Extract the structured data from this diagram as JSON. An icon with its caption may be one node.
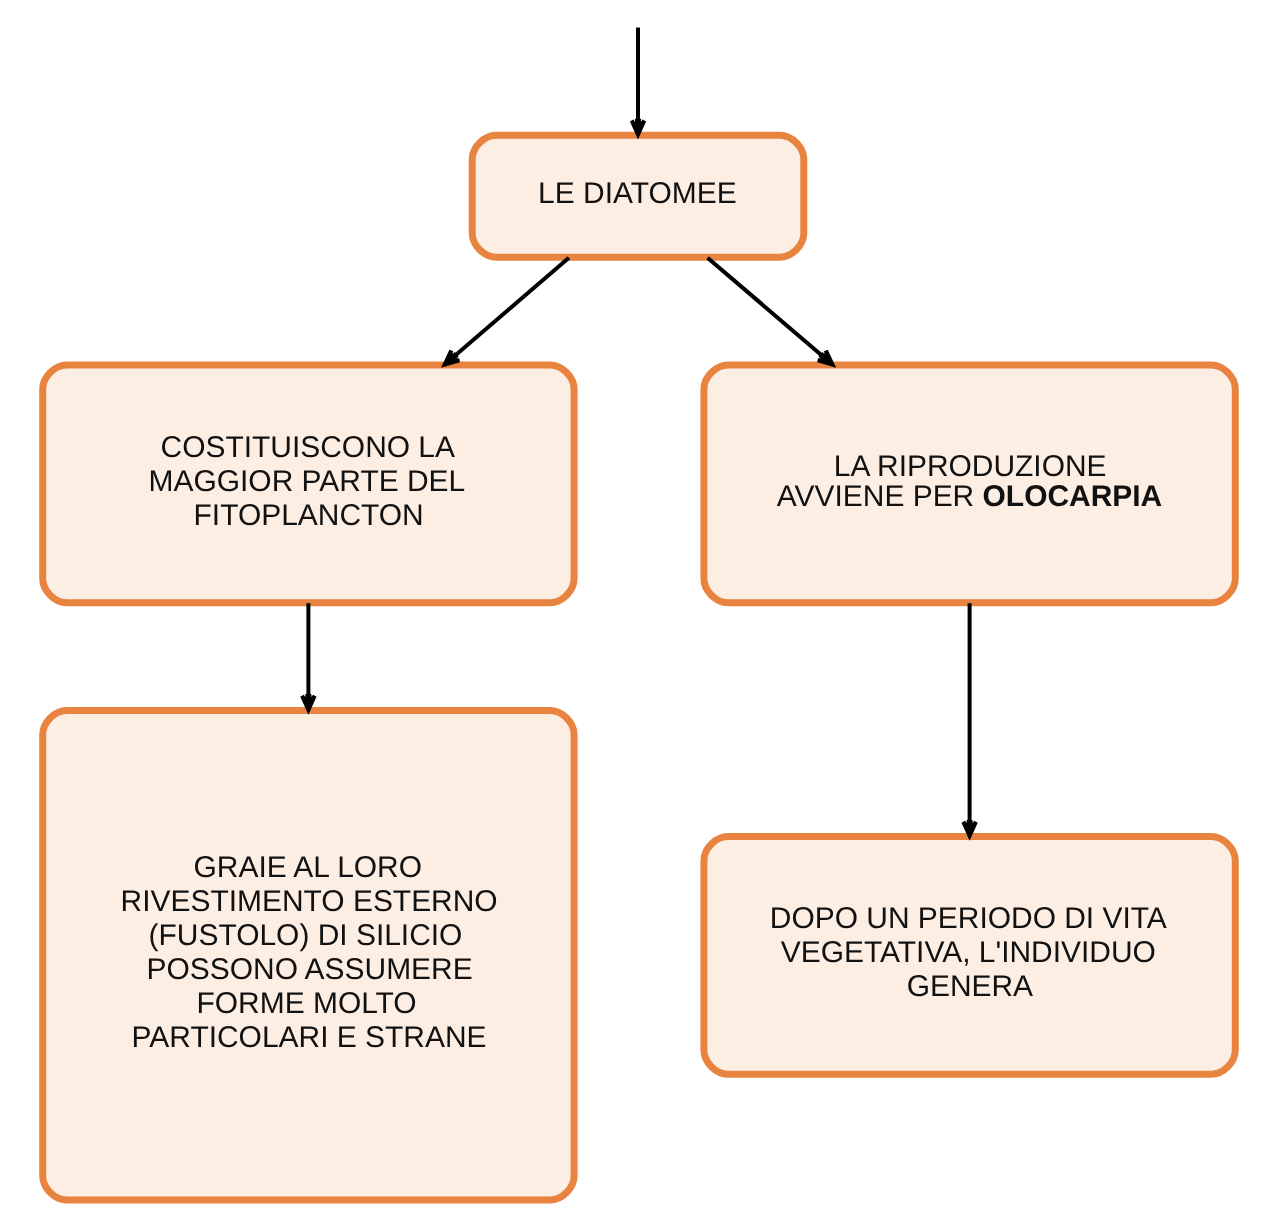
{
  "diagram": {
    "nodes": [
      {
        "text": [
          "LE DIATOMEE"
        ]
      },
      {
        "text": [
          "COSTITUISCONO LA MAGGIOR PARTE DEL FITOPLANCTON"
        ]
      },
      {
        "text": [
          "LA RIPRODUZIONE AVVIENE PER **OLOCARPIA**"
        ]
      },
      {
        "text": [
          "GRAIE AL LORO RIVESTIMENTO ESTERNO (FUSTOLO) DI SILICIO POSSONO ASSUMERE FORME MOLTO PARTICOLARI E STRANE"
        ]
      },
      {
        "text": [
          "DOPO UN PERIODO DI VITA VEGETATIVA, L'INDIVIDUO GENERA"
        ]
      }
    ],
    "edges": [
      {
        "from": null,
        "to": 0,
        "arrow": "to"
      },
      {
        "from": 0,
        "to": 1,
        "arrow": "to"
      },
      {
        "from": 0,
        "to": 2,
        "arrow": "to"
      },
      {
        "from": 1,
        "to": 3,
        "arrow": "to"
      },
      {
        "from": 2,
        "to": 4,
        "arrow": "to"
      }
    ]
  }
}
